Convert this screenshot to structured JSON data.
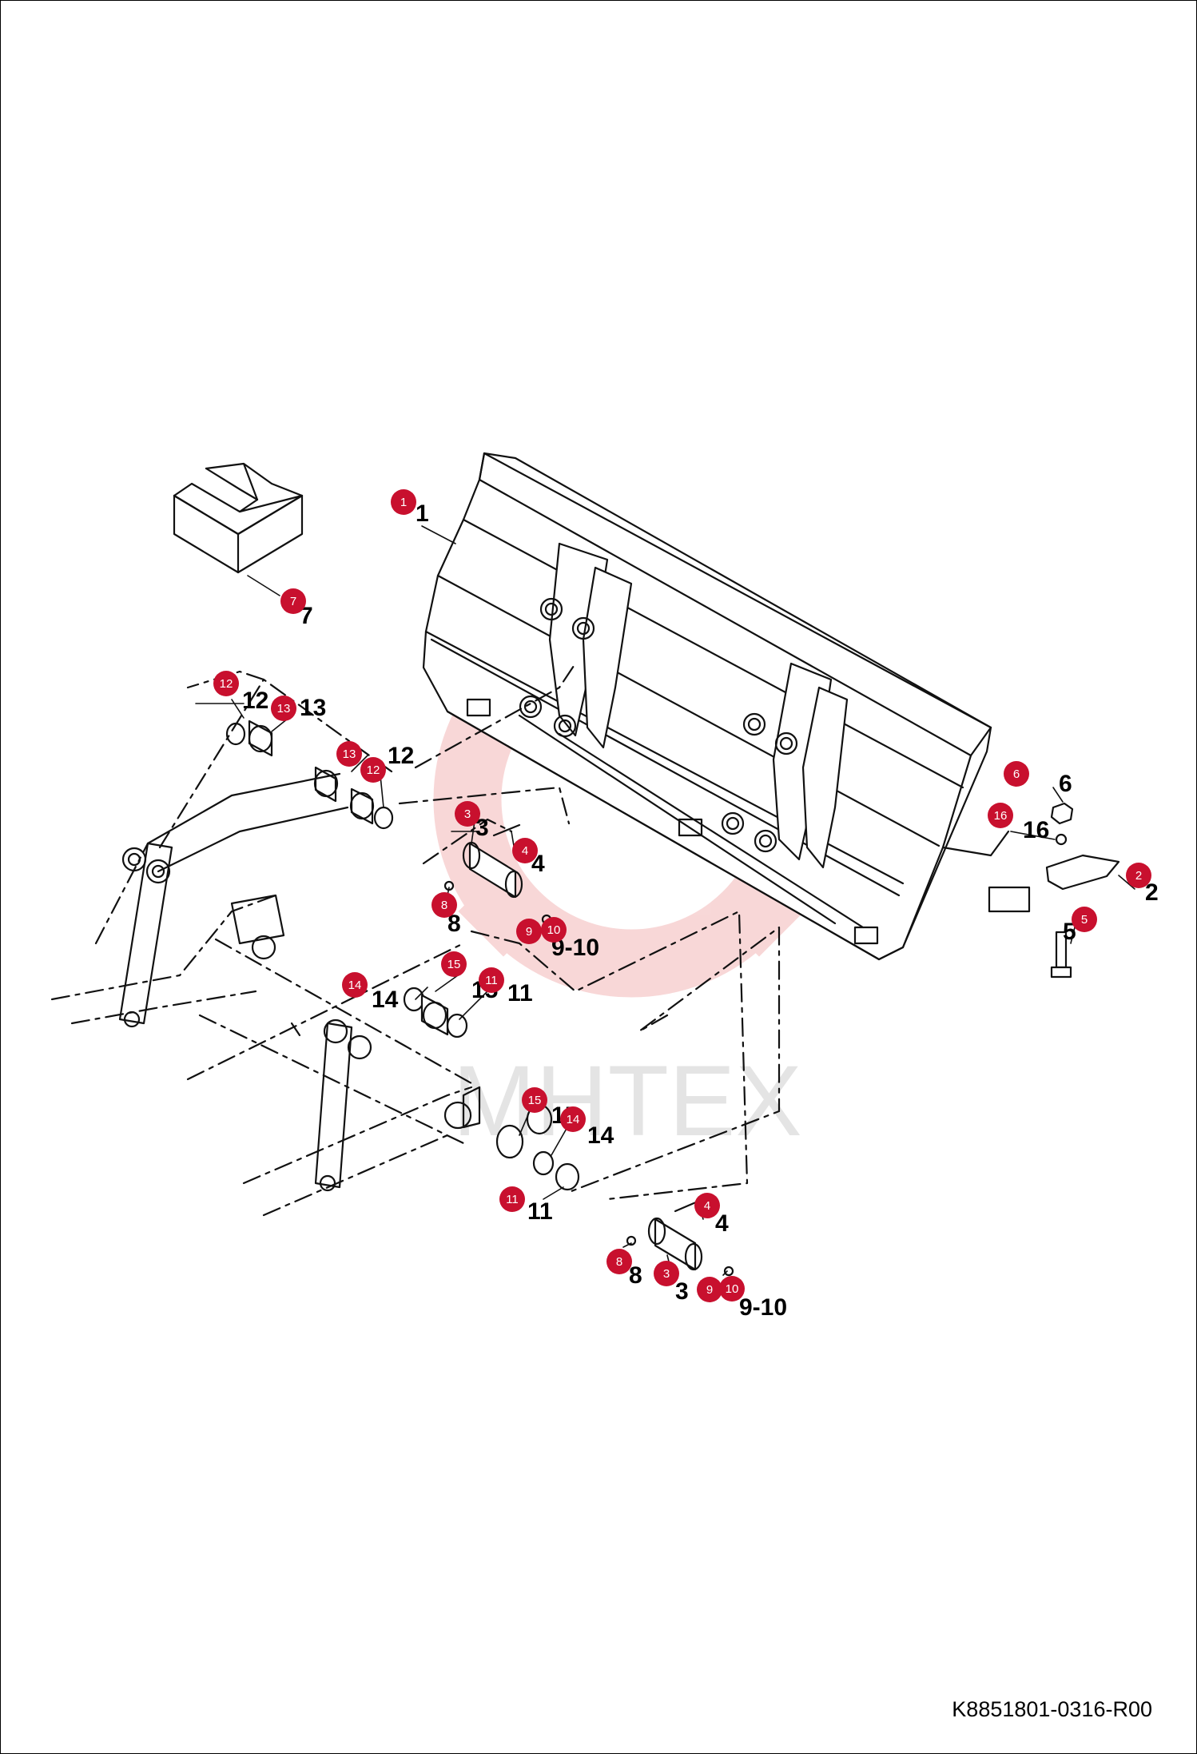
{
  "watermark": {
    "text": "MHTEX",
    "color": "#f3b8b8"
  },
  "callout_color": "#c8102e",
  "doc_code": "K8851801-0316-R00",
  "callouts": [
    {
      "n": "1"
    },
    {
      "n": "7"
    },
    {
      "n": "12"
    },
    {
      "n": "13"
    },
    {
      "n": "13"
    },
    {
      "n": "12"
    },
    {
      "n": "3"
    },
    {
      "n": "4"
    },
    {
      "n": "8"
    },
    {
      "n": "9"
    },
    {
      "n": "10"
    },
    {
      "n": "6"
    },
    {
      "n": "16"
    },
    {
      "n": "2"
    },
    {
      "n": "5"
    },
    {
      "n": "14"
    },
    {
      "n": "15"
    },
    {
      "n": "11"
    },
    {
      "n": "15"
    },
    {
      "n": "14"
    },
    {
      "n": "11"
    },
    {
      "n": "4"
    },
    {
      "n": "8"
    },
    {
      "n": "3"
    },
    {
      "n": "9"
    },
    {
      "n": "10"
    }
  ],
  "labels": [
    {
      "t": "1"
    },
    {
      "t": "7"
    },
    {
      "t": "12"
    },
    {
      "t": "13"
    },
    {
      "t": "12"
    },
    {
      "t": "3"
    },
    {
      "t": "4"
    },
    {
      "t": "8"
    },
    {
      "t": "9-10"
    },
    {
      "t": "6"
    },
    {
      "t": "16"
    },
    {
      "t": "2"
    },
    {
      "t": "5"
    },
    {
      "t": "14"
    },
    {
      "t": "15"
    },
    {
      "t": "11"
    },
    {
      "t": "15"
    },
    {
      "t": "14"
    },
    {
      "t": "11"
    },
    {
      "t": "4"
    },
    {
      "t": "8"
    },
    {
      "t": "3"
    },
    {
      "t": "9-10"
    }
  ]
}
